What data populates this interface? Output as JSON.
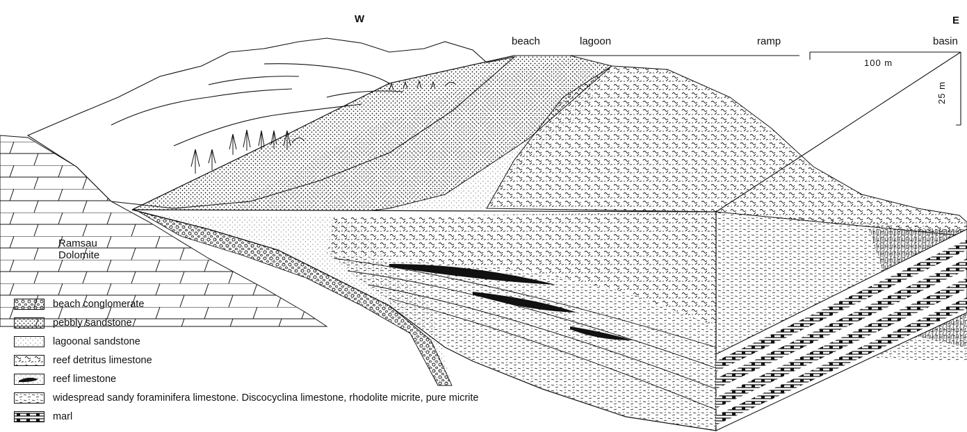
{
  "orientation": {
    "west": "W",
    "east": "E"
  },
  "zones": [
    "beach",
    "lagoon",
    "ramp",
    "basin"
  ],
  "scale": {
    "horizontal": "100   m",
    "vertical": "25   m"
  },
  "formation": [
    "Ramsau",
    "Dolomite"
  ],
  "legend": [
    {
      "label": "beach conglomerate",
      "pattern": "circles"
    },
    {
      "label": "pebbly sandstone",
      "pattern": "dense-dots"
    },
    {
      "label": "lagoonal sandstone",
      "pattern": "fine-dots"
    },
    {
      "label": "reef detritus limestone",
      "pattern": "squiggles"
    },
    {
      "label": "reef limestone",
      "pattern": "black-lens"
    },
    {
      "label": "widespread sandy foraminifera limestone. Discocyclina limestone, rhodolite micrite, pure micrite",
      "pattern": "dashes"
    },
    {
      "label": "marl",
      "pattern": "hatched-black"
    }
  ],
  "colors": {
    "ink": "#111111",
    "paper": "#ffffff"
  }
}
